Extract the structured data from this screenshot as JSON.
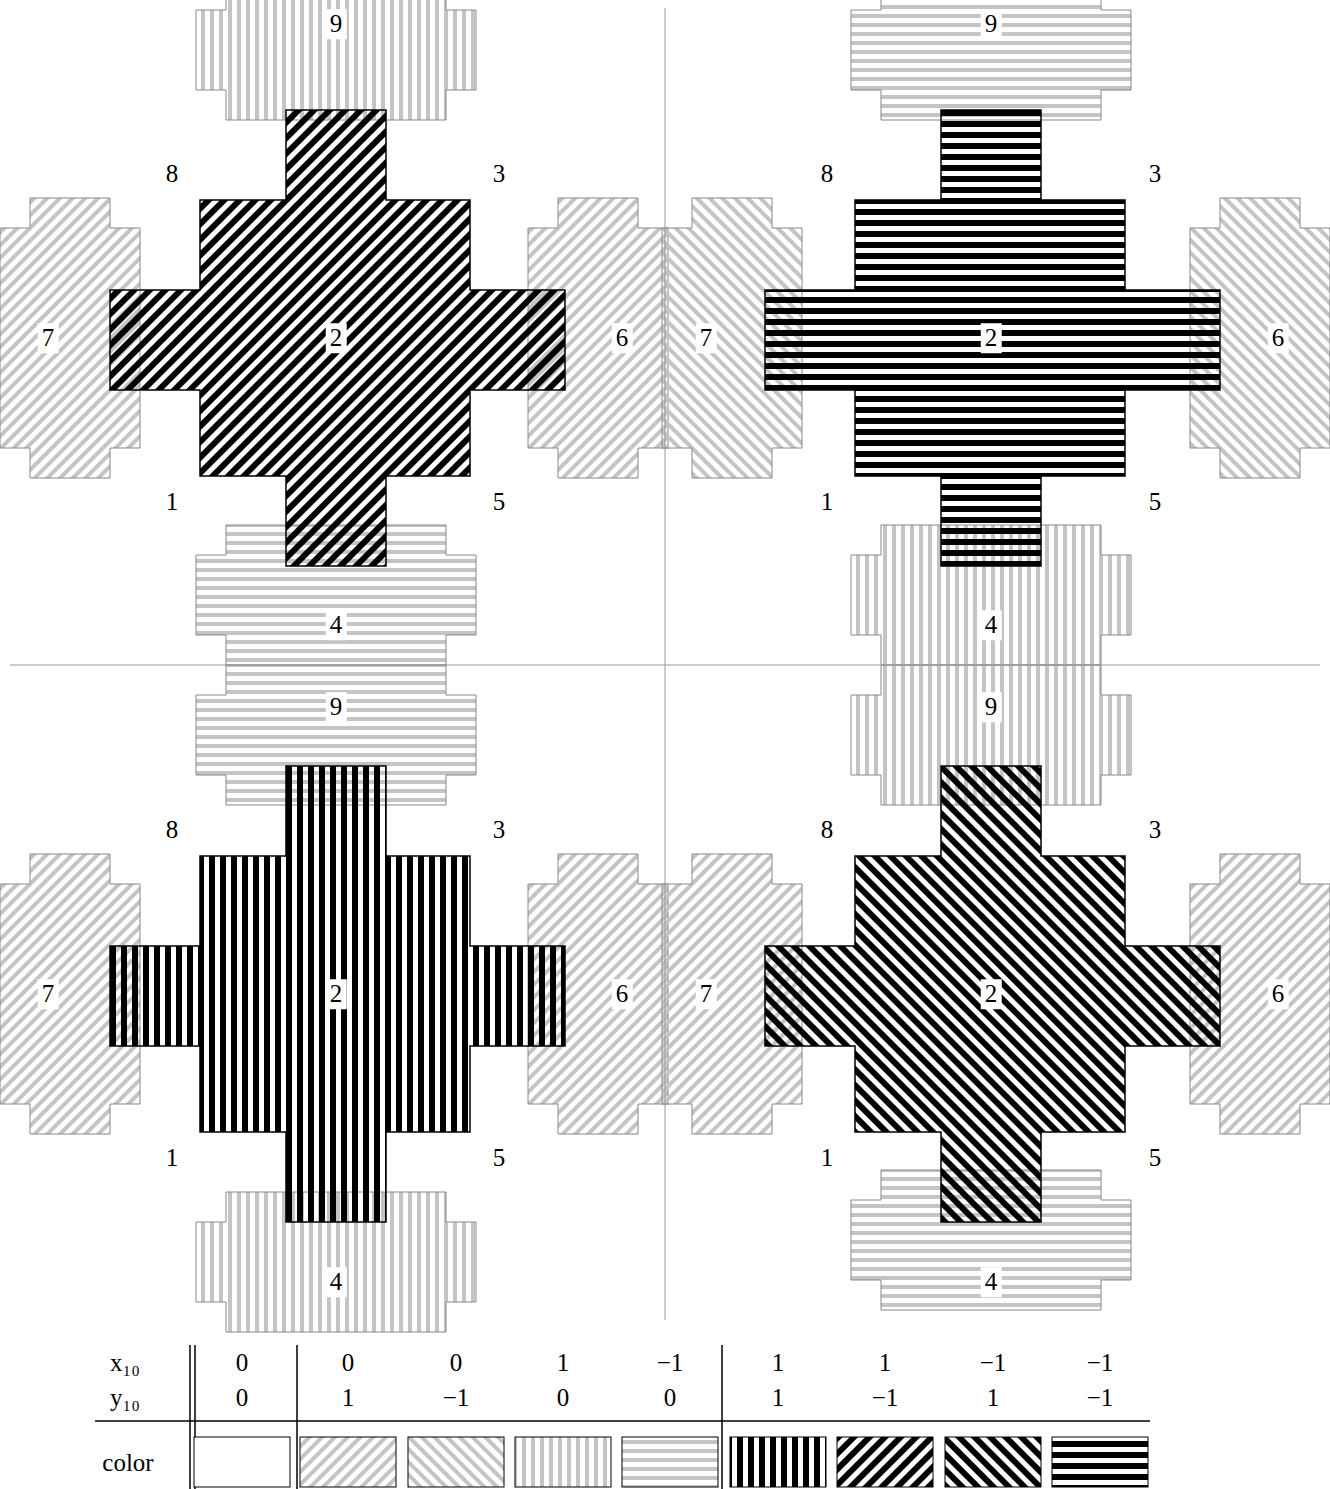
{
  "diagram": {
    "labels": [
      "9",
      "8",
      "3",
      "7",
      "2",
      "6",
      "1",
      "5",
      "4",
      "9",
      "8",
      "3",
      "7",
      "2",
      "6",
      "1",
      "5",
      "4",
      "9",
      "8",
      "3",
      "7",
      "2",
      "6",
      "1",
      "5",
      "4",
      "9",
      "8",
      "3",
      "7",
      "2",
      "6",
      "1",
      "5",
      "4",
      "x₁₀",
      "y₁₀",
      "color",
      "0",
      "0",
      "0",
      "1",
      "−1",
      "1",
      "1",
      "−1",
      "−1",
      "0",
      "1",
      "−1",
      "0",
      "0",
      "1",
      "−1",
      "1",
      "−1"
    ]
  }
}
